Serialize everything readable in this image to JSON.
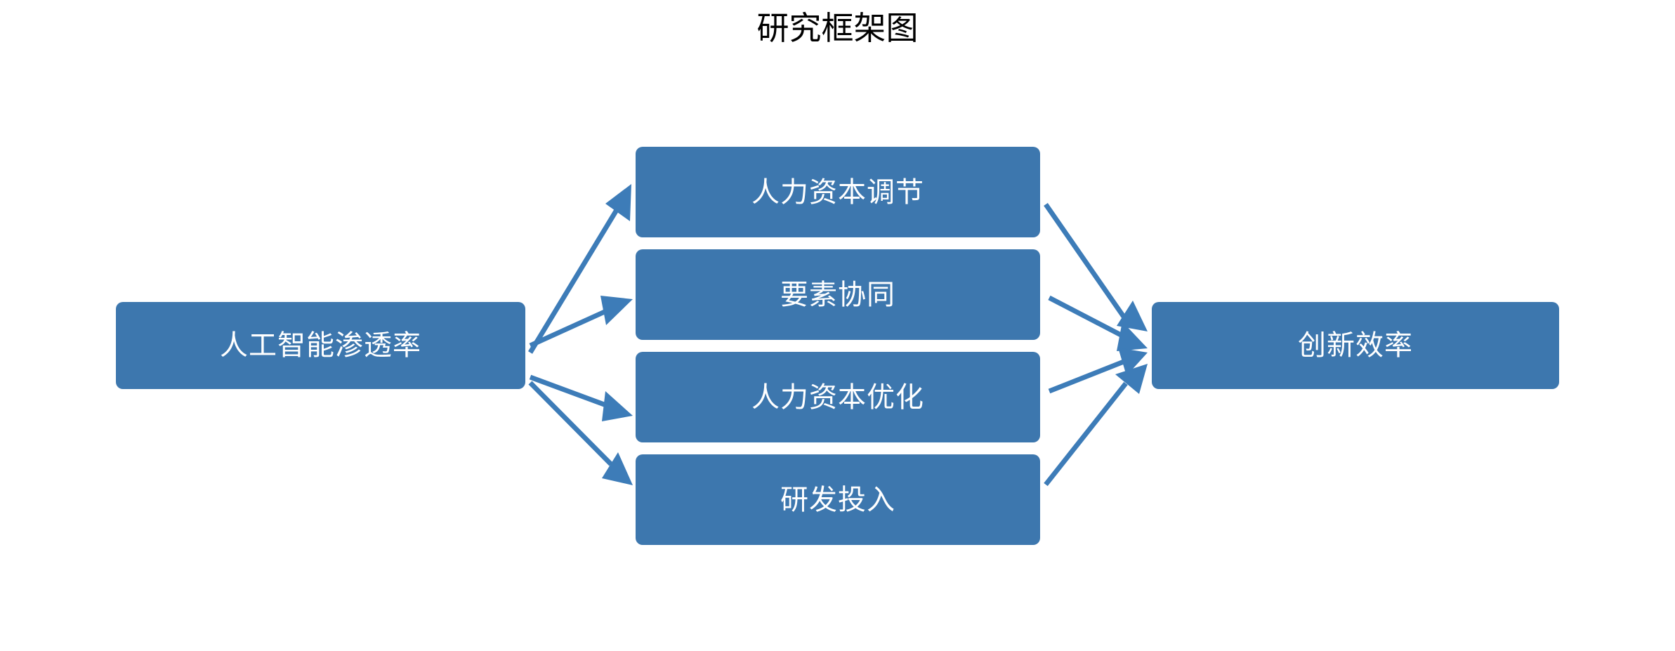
{
  "title": "研究框架图",
  "theme": {
    "box_fill": "#3d77ae",
    "box_text": "#ffffff",
    "arrow": "#3d7cb8",
    "background": "#ffffff",
    "title_color": "#000000"
  },
  "nodes": {
    "input": {
      "label": "人工智能渗透率"
    },
    "mechanisms": [
      {
        "label": "人力资本调节"
      },
      {
        "label": "要素协同"
      },
      {
        "label": "人力资本优化"
      },
      {
        "label": "研发投入"
      }
    ],
    "output": {
      "label": "创新效率"
    }
  },
  "edges": [
    {
      "from": "人工智能渗透率",
      "to": "人力资本调节"
    },
    {
      "from": "人工智能渗透率",
      "to": "要素协同"
    },
    {
      "from": "人工智能渗透率",
      "to": "人力资本优化"
    },
    {
      "from": "人工智能渗透率",
      "to": "研发投入"
    },
    {
      "from": "人力资本调节",
      "to": "创新效率"
    },
    {
      "from": "要素协同",
      "to": "创新效率"
    },
    {
      "from": "人力资本优化",
      "to": "创新效率"
    },
    {
      "from": "研发投入",
      "to": "创新效率"
    }
  ],
  "chart_data": {
    "type": "diagram",
    "title": "研究框架图",
    "layout": "left-to-right flow, 1 source → 4 mediators → 1 outcome",
    "columns": [
      {
        "role": "independent-variable",
        "items": [
          "人工智能渗透率"
        ]
      },
      {
        "role": "mediating-variables",
        "items": [
          "人力资本调节",
          "要素协同",
          "人力资本优化",
          "研发投入"
        ]
      },
      {
        "role": "dependent-variable",
        "items": [
          "创新效率"
        ]
      }
    ],
    "edge_count": 8
  }
}
